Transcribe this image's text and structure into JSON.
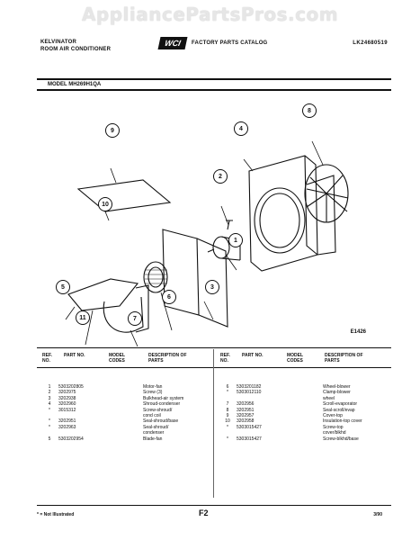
{
  "watermark": "AppliancePartsPros.com",
  "header": {
    "brand_line1": "KELVINATOR",
    "brand_line2": "ROOM AIR CONDITIONER",
    "logo": "WCI",
    "catalog": "FACTORY PARTS CATALOG",
    "code": "LK24680519"
  },
  "model": "MODEL MH269H1QA",
  "diagram": {
    "code": "E1426",
    "callouts": [
      "1",
      "2",
      "3",
      "4",
      "5",
      "6",
      "7",
      "8",
      "9",
      "10",
      "11"
    ]
  },
  "table": {
    "headers": {
      "ref": "REF. NO.",
      "part": "PART NO.",
      "model": "MODEL CODES",
      "desc": "DESCRIPTION OF PARTS"
    },
    "left_rows": [
      {
        "ref": "1",
        "part": "5303202805",
        "desc": "Motor-fan"
      },
      {
        "ref": "2",
        "part": "3202975",
        "desc": "Screw (3)"
      },
      {
        "ref": "3",
        "part": "3202938",
        "desc": "Bulkhead-air system"
      },
      {
        "ref": "4",
        "part": "3202960",
        "desc": "Shroud-condenser"
      },
      {
        "ref": "*",
        "part": "3015312",
        "desc": "Screw-shroud/"
      },
      {
        "ref": "",
        "part": "",
        "desc": "cond coil"
      },
      {
        "ref": "*",
        "part": "3202951",
        "desc": "Seal-shroud/base"
      },
      {
        "ref": "*",
        "part": "3202963",
        "desc": "Seal-shroud/"
      },
      {
        "ref": "",
        "part": "",
        "desc": "condenser"
      },
      {
        "ref": "5",
        "part": "5303202954",
        "desc": "Blade-fan"
      }
    ],
    "right_rows": [
      {
        "ref": "6",
        "part": "5303201182",
        "desc": "Wheel-blower"
      },
      {
        "ref": "*",
        "part": "5303012110",
        "desc": "Clamp-blower"
      },
      {
        "ref": "",
        "part": "",
        "desc": "wheel"
      },
      {
        "ref": "7",
        "part": "3202956",
        "desc": "Scroll-evaporator"
      },
      {
        "ref": "8",
        "part": "3202951",
        "desc": "Seal-scroll/evap"
      },
      {
        "ref": "9",
        "part": "3202957",
        "desc": "Cover-top"
      },
      {
        "ref": "10",
        "part": "3202958",
        "desc": "Insulation-top cover"
      },
      {
        "ref": "",
        "part": "",
        "desc": ""
      },
      {
        "ref": "*",
        "part": "5303015427",
        "desc": "Screw-top"
      },
      {
        "ref": "",
        "part": "",
        "desc": "cover/blkhd"
      },
      {
        "ref": "*",
        "part": "5303015427",
        "desc": "Screw-blkhd/base"
      }
    ]
  },
  "footer": {
    "note": "* = Not Illustrated",
    "page": "F2",
    "date": "3/90"
  }
}
